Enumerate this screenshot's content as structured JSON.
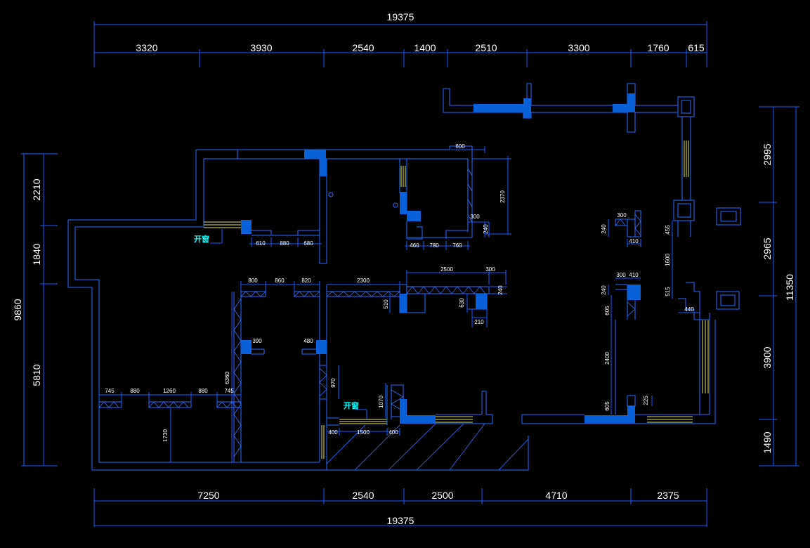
{
  "dims": {
    "top_total": "19375",
    "top_segments": [
      "3320",
      "3930",
      "2540",
      "1400",
      "2510",
      "3300",
      "1760",
      "615"
    ],
    "bottom_segments": [
      "7250",
      "2540",
      "2500",
      "4710",
      "2375"
    ],
    "bottom_total": "19375",
    "left_total": "9860",
    "left_segments": [
      "2210",
      "1840",
      "5810"
    ],
    "right_total": "11350",
    "right_segments": [
      "2995",
      "2965",
      "3900",
      "1490"
    ]
  },
  "room_dims": {
    "d600": "600",
    "d2370": "2370",
    "d300a": "300",
    "d240a": "240",
    "d610": "610",
    "d880a": "880",
    "d680": "680",
    "d460": "460",
    "d780": "780",
    "d760": "760",
    "d800": "800",
    "d860": "860",
    "d820": "820",
    "d2300": "2300",
    "d2500": "2500",
    "d300b": "300",
    "d240b": "240",
    "d510": "510",
    "d630": "630",
    "d210": "210",
    "d390": "390",
    "d480": "480",
    "d6360": "6360",
    "d970": "970",
    "d745a": "745",
    "d880b": "880",
    "d1260": "1260",
    "d880c": "880",
    "d745b": "745",
    "d1730": "1730",
    "d1070": "1070",
    "d400a": "400",
    "d1500": "1500",
    "d400b": "400",
    "d300c": "300",
    "d240c": "240",
    "d410a": "410",
    "d300d": "300",
    "d410b": "410",
    "d240d": "240",
    "d605a": "605",
    "d2400": "2400",
    "d605b": "605",
    "d225": "225",
    "d455": "455",
    "d1600": "1600",
    "d515": "515",
    "d440": "440"
  },
  "notes": {
    "window_note_1": "开窗",
    "window_note_2": "开窗"
  },
  "colors": {
    "background": "#000000",
    "line": "#2a6bff",
    "column": "#0a60d8",
    "window": "#e6e65c",
    "note": "#00ffff",
    "text": "#ffffff"
  }
}
